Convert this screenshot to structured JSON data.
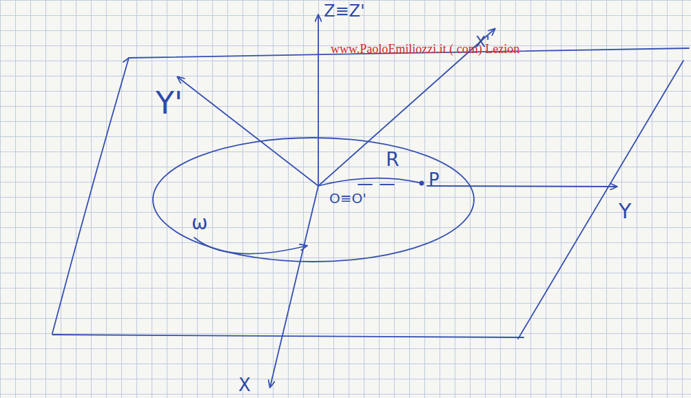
{
  "diagram": {
    "labels": [
      "Z≡Z'",
      "Y'",
      "X'",
      "R",
      "P",
      "ω",
      "O≡O'",
      "Y",
      "X",
      "www.PaoloEmiliozzi.it (.com) Lezion"
    ]
  }
}
